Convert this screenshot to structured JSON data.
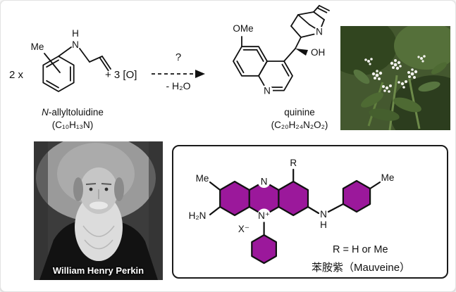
{
  "scheme": {
    "coefficient": "2 x",
    "oxidant": "+ 3 [O]",
    "arrow_top": "?",
    "arrow_bottom": "- H₂O",
    "reactant": {
      "name_prefix": "N",
      "name_rest": "-allyltoluidine",
      "formula": "(C₁₀H₁₃N)",
      "atoms": {
        "me": "Me",
        "n": "N",
        "h": "H"
      }
    },
    "product": {
      "name": "quinine",
      "formula": "(C₂₀H₂₄N₂O₂)",
      "atoms": {
        "ome": "OMe",
        "oh": "OH",
        "ring_n": "N",
        "amine_n": "N"
      }
    }
  },
  "portrait": {
    "caption": "William Henry Perkin"
  },
  "mauveine": {
    "color": "#9b189b",
    "atoms": {
      "me_left": "Me",
      "h2n": "H₂N",
      "n_top": "N",
      "n_plus": "N⁺",
      "x_minus": "X⁻",
      "r": "R",
      "nh_n": "N",
      "nh_h": "H",
      "me_right": "Me"
    },
    "r_definition": "R = H or Me",
    "name": "苯胺紫（Mauveine）"
  }
}
